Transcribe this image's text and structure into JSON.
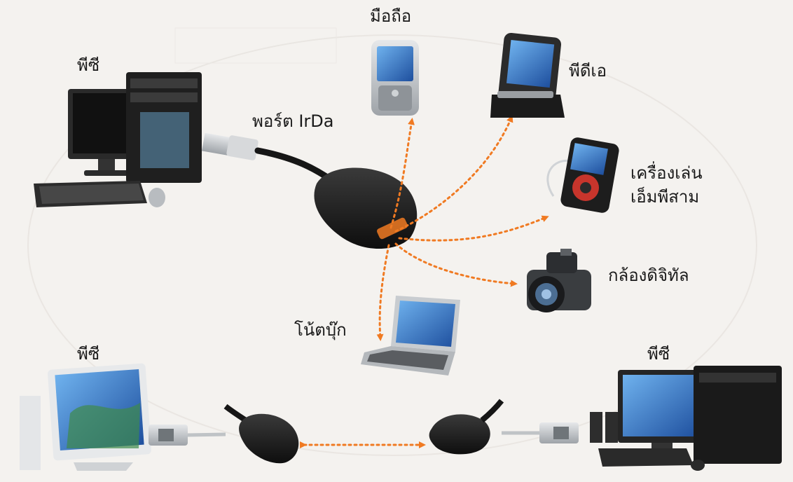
{
  "labels": {
    "pc_top_left": "พีซี",
    "mobile_phone": "มือถือ",
    "pda": "พีดีเอ",
    "irda_port": "พอร์ต IrDa",
    "mp3_player_line1": "เครื่องเล่น",
    "mp3_player_line2": "เอ็มพีสาม",
    "digital_camera": "กล้องดิจิทัล",
    "notebook": "โน้ตบุ๊ก",
    "pc_bottom_left": "พีซี",
    "pc_bottom_right": "พีซี"
  },
  "colors": {
    "ir_arrow": "#f07a22",
    "device_dark": "#1c1c1c",
    "screen_blue": "#2e6fc4",
    "silver": "#c8ccd0",
    "background": "#f4f2ef"
  },
  "icons": [
    "desktop-pc-icon",
    "mobile-phone-icon",
    "pda-icon",
    "mp3-player-icon",
    "digital-camera-icon",
    "notebook-icon",
    "irda-adapter-icon",
    "usb-plug-icon"
  ]
}
